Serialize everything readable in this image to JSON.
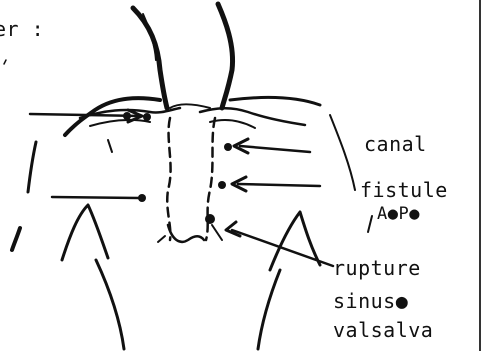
{
  "labels": {
    "header_fragment": "er :",
    "canal": "canal",
    "fistule": "fistule",
    "ap": "A●P●",
    "rupture": "rupture",
    "sinus": "sinus●",
    "valsalva": "valsalva"
  },
  "colors": {
    "ink": "#111111",
    "background": "#ffffff"
  }
}
